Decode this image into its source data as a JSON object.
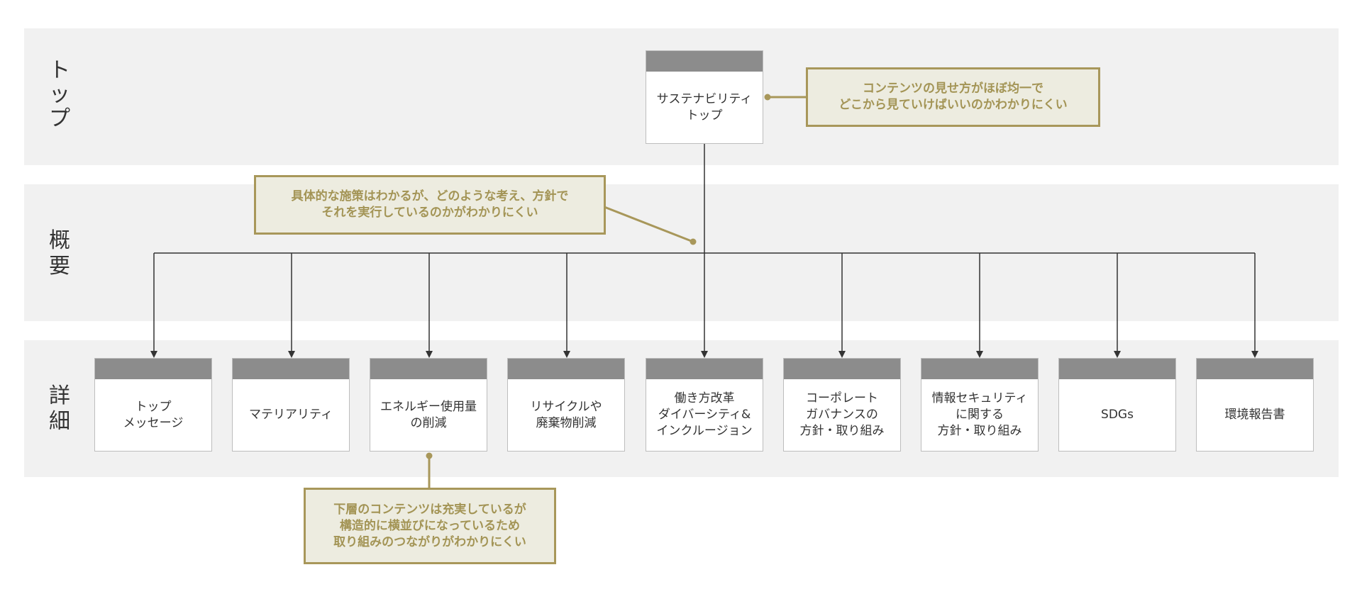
{
  "bands": {
    "top": "トップ",
    "overview": "概要",
    "detail": "詳細"
  },
  "root_node": "サステナビリティ\nトップ",
  "detail_nodes": [
    "トップ\nメッセージ",
    "マテリアリティ",
    "エネルギー使用量\nの削減",
    "リサイクルや\n廃棄物削減",
    "働き方改革\nダイバーシティ&\nインクルージョン",
    "コーポレート\nガバナンスの\n方針・取り組み",
    "情報セキュリティ\nに関する\n方針・取り組み",
    "SDGs",
    "環境報告書"
  ],
  "notes": {
    "top": "コンテンツの見せ方がほぼ均一で\nどこから見ていけばいいのかわかりにくい",
    "overview": "具体的な施策はわかるが、どのような考え、方針で\nそれを実行しているのかがわかりにくい",
    "detail": "下層のコンテンツは充実しているが\n構造的に横並びになっているため\n取り組みのつながりがわかりにくい"
  },
  "colors": {
    "band_bg": "#f1f1f1",
    "node_header": "#8c8c8c",
    "note_border": "#a8975a",
    "note_bg": "#edece0",
    "note_text": "#a39455",
    "line": "#333333"
  }
}
